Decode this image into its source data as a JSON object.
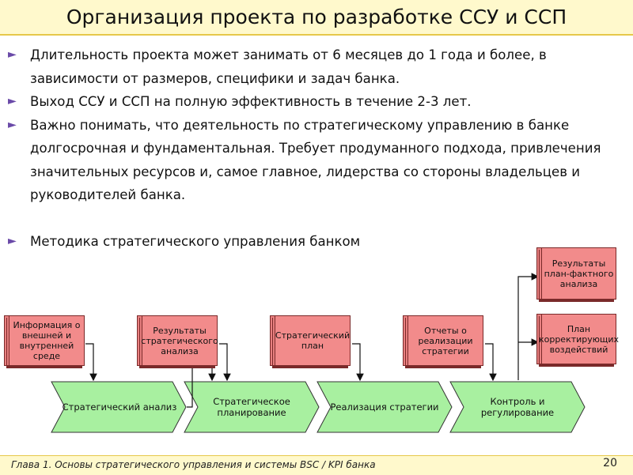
{
  "title": "Организация проекта по разработке ССУ и ССП",
  "bullets": [
    "Длительность проекта может занимать от 6 месяцев до 1 года и более, в зависимости от размеров, специфики и задач банка.",
    "Выход ССУ и ССП на полную эффективность в течение 2-3 лет.",
    "Важно понимать, что деятельность по стратегическому управлению в банке долгосрочная и фундаментальная. Требует продуманного подхода, привлечения значительных ресурсов и, самое главное, лидерства со стороны владельцев и руководителей банка.",
    "Методика стратегического управления банком"
  ],
  "diagram": {
    "documents": [
      "Информация о внешней и внутренней среде",
      "Результаты стратегического анализа",
      "Стратегический план",
      "Отчеты о реализации стратегии",
      "Результаты план-фактного анализа",
      "План корректирующих воздействий"
    ],
    "stages": [
      "Стратегический анализ",
      "Стратегическое планирование",
      "Реализация стратегии",
      "Контроль и регулирование"
    ],
    "colors": {
      "document_fill": "#f28b8b",
      "stage_fill": "#a8f0a0",
      "title_bg": "#fff9cc"
    }
  },
  "footer": {
    "caption": "Глава 1. Основы стратегического управления и системы BSC / KPI банка",
    "page_number": "20"
  }
}
